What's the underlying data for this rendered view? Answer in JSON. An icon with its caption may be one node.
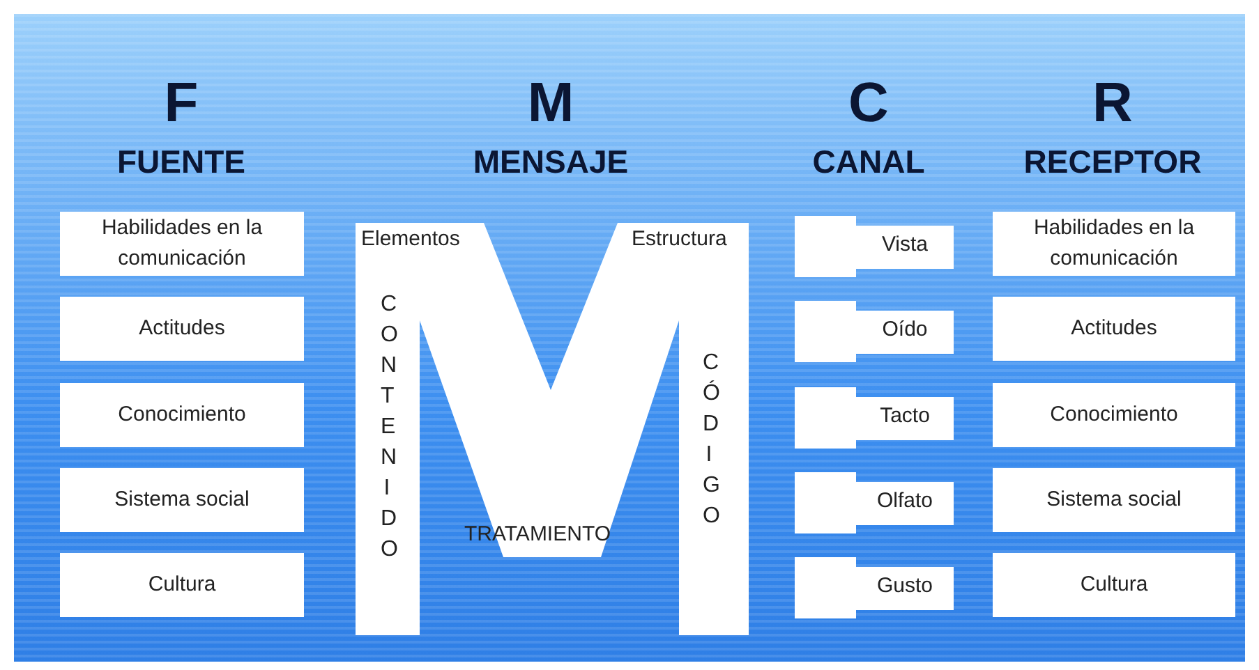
{
  "diagram": {
    "nodes": [
      {
        "text": [
          "Habilidades en la comunicación"
        ]
      },
      {
        "text": [
          "Actitudes"
        ]
      },
      {
        "text": [
          "Conocimiento"
        ]
      },
      {
        "text": [
          "Sistema social"
        ]
      },
      {
        "text": [
          "Cultura"
        ]
      },
      {
        "text": [
          "Elementos",
          "Estructura",
          "CONTENIDO",
          "CÓDIGO",
          "TRATAMIENTO"
        ]
      },
      {
        "text": [
          "Vista"
        ]
      },
      {
        "text": [
          "Oído"
        ]
      },
      {
        "text": [
          "Tacto"
        ]
      },
      {
        "text": [
          "Olfato"
        ]
      },
      {
        "text": [
          "Gusto"
        ]
      },
      {
        "text": [
          "Habilidades en la comunicación"
        ]
      },
      {
        "text": [
          "Actitudes"
        ]
      },
      {
        "text": [
          "Conocimiento"
        ]
      },
      {
        "text": [
          "Sistema social"
        ]
      },
      {
        "text": [
          "Cultura"
        ]
      }
    ],
    "labels": [
      "F",
      "M",
      "C",
      "R",
      "FUENTE",
      "MENSAJE",
      "CANAL",
      "RECEPTOR"
    ]
  }
}
